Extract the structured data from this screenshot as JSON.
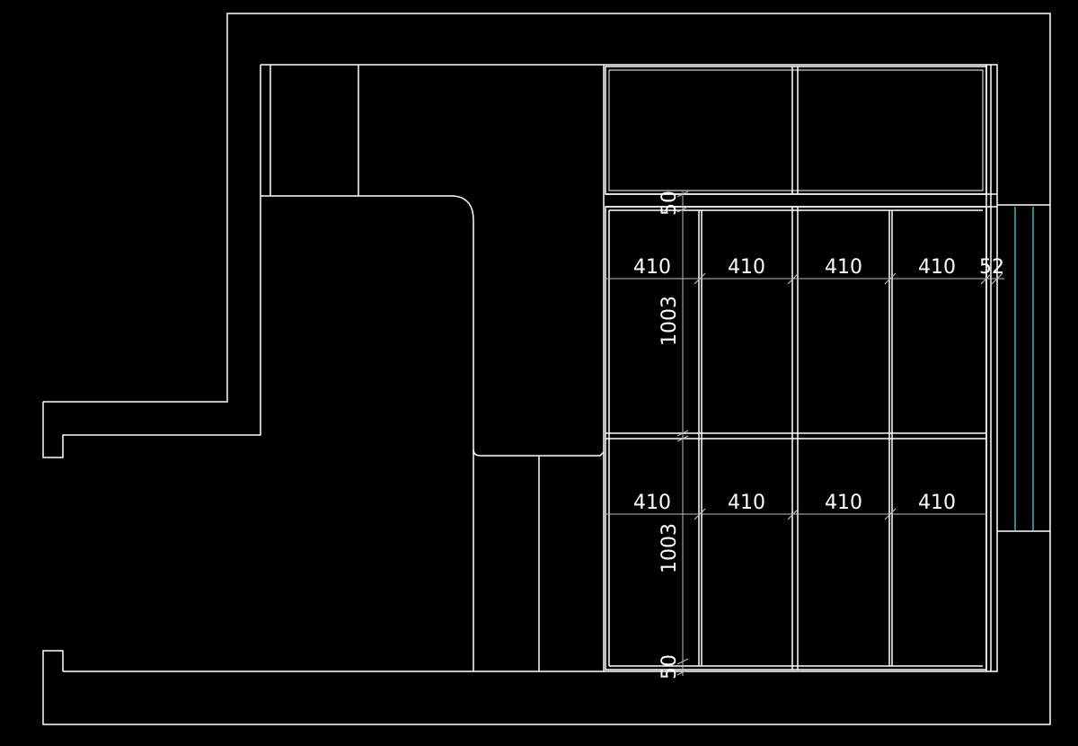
{
  "drawing": {
    "background": "#000000",
    "line_color": "#ffffff",
    "dimension_color": "#bdbdbd",
    "accent_color": "#2fb8c8",
    "dimensions": {
      "top_gap": "50",
      "bottom_gap": "50",
      "row_upper_width_1": "410",
      "row_upper_width_2": "410",
      "row_upper_width_3": "410",
      "row_upper_width_4": "410",
      "row_upper_end": "52",
      "row_lower_width_1": "410",
      "row_lower_width_2": "410",
      "row_lower_width_3": "410",
      "row_lower_width_4": "410",
      "upper_height": "1003",
      "lower_height": "1003"
    }
  }
}
